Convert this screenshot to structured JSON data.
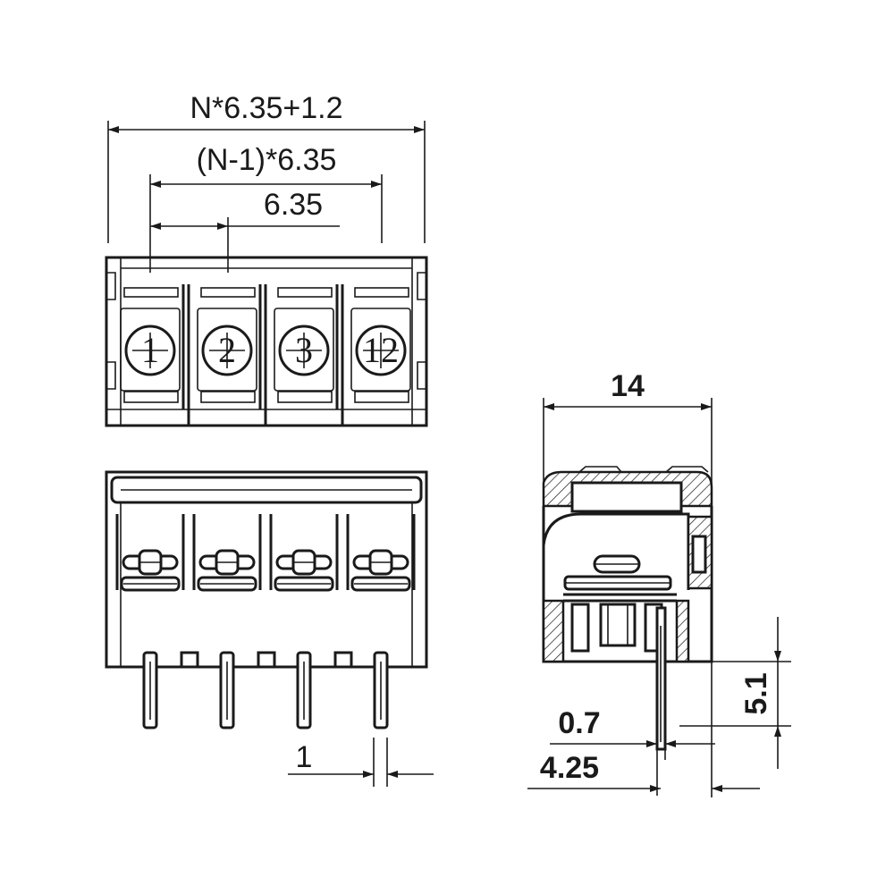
{
  "dimensions": {
    "overall_width": "N*6.35+1.2",
    "span_width": "(N-1)*6.35",
    "pitch": "6.35",
    "pin_width": "1",
    "depth": "14",
    "pin_offset": "0.7",
    "pin_position": "4.25",
    "pin_length": "5.1"
  },
  "terminals": [
    "1",
    "2",
    "3",
    "12"
  ],
  "colors": {
    "line": "#1a1a1a",
    "background": "#ffffff"
  }
}
